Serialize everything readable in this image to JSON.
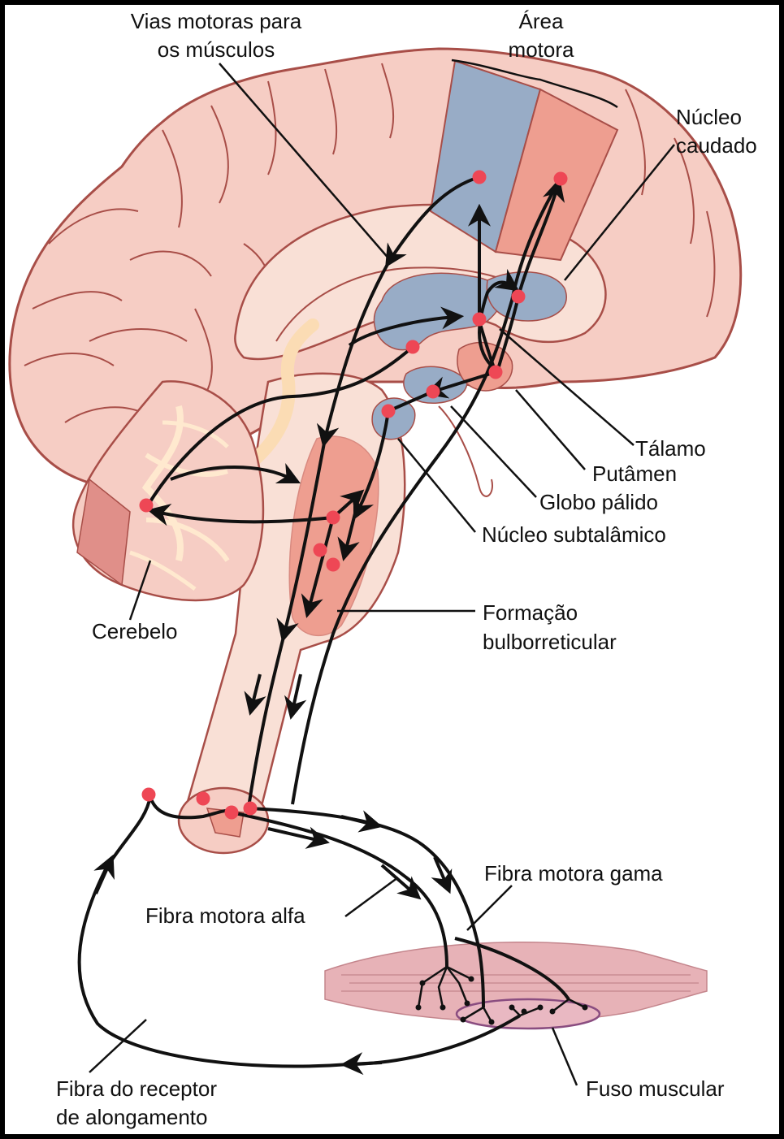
{
  "labels": {
    "vias_line1": "Vias motoras para",
    "vias_line2": "os músculos",
    "area_line1": "Área",
    "area_line2": "motora",
    "caudado_line1": "Núcleo",
    "caudado_line2": "caudado",
    "talamo": "Tálamo",
    "putamen": "Putâmen",
    "globo": "Globo pálido",
    "subtalamico": "Núcleo subtalâmico",
    "formacao_line1": "Formação",
    "formacao_line2": "bulborreticular",
    "cerebelo": "Cerebelo",
    "gama": "Fibra motora gama",
    "alfa": "Fibra motora alfa",
    "fuso": "Fuso muscular",
    "receptor_line1": "Fibra do receptor",
    "receptor_line2": "de alongamento"
  },
  "colors": {
    "brain_fill": "#f6cdc4",
    "brain_outline": "#a84e48",
    "inner_fill": "#f9e0d6",
    "blue_region": "#98acc6",
    "red_region": "#ee9e90",
    "cerebellum_stripe": "#ffe9cf",
    "tract_yellow": "#fbdcb4",
    "neuron_dot": "#ee4755",
    "pathway": "#111111",
    "muscle": "#e7b2b7"
  }
}
